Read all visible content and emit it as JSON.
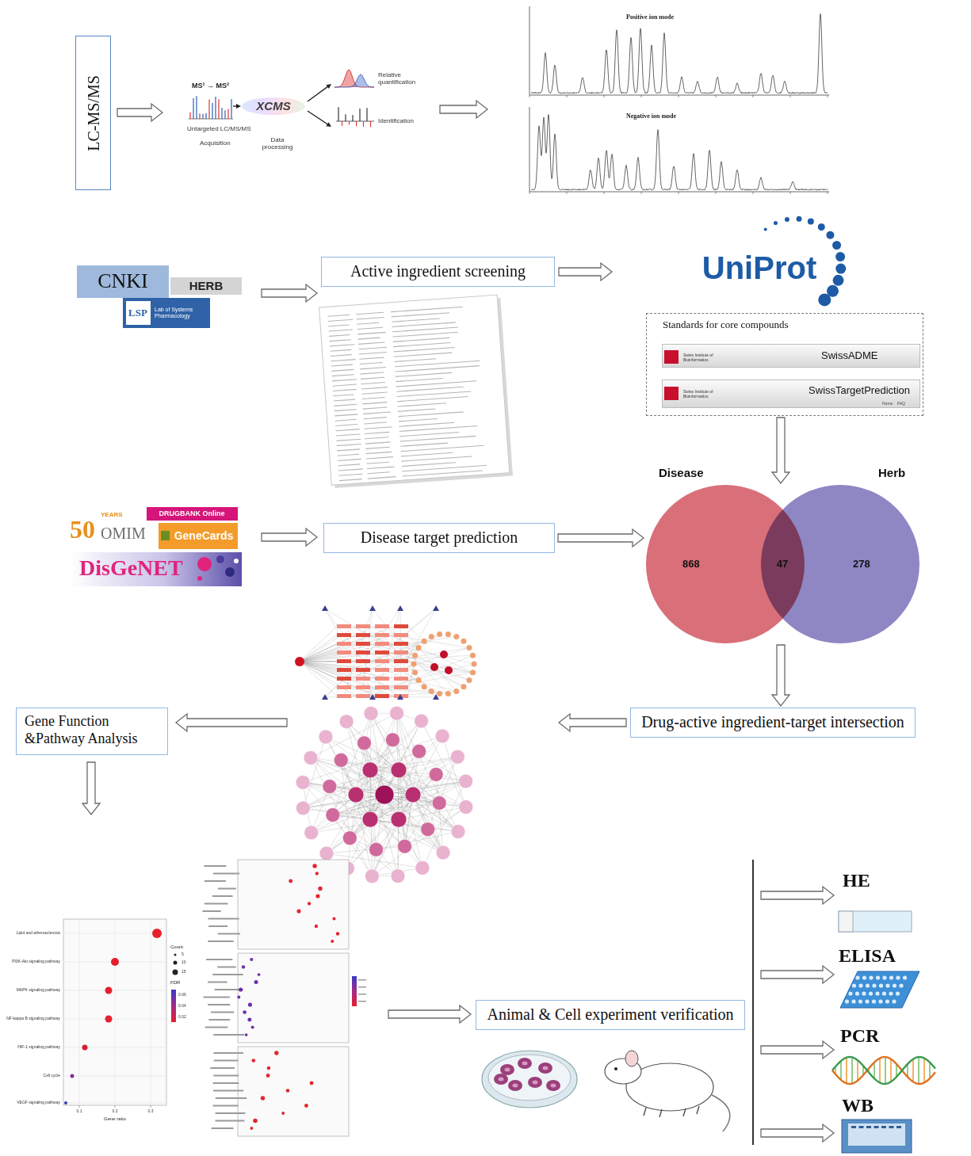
{
  "diagram": {
    "nodes": [
      {
        "text": [
          "LC-MS/MS"
        ]
      },
      {
        "text": [
          "Active ingredient screening"
        ]
      },
      {
        "text": [
          "Standards for core compounds"
        ]
      },
      {
        "text": [
          "SwissADME"
        ],
        "in": 2
      },
      {
        "text": [
          "SwissTargetPrediction"
        ],
        "in": 2
      },
      {
        "text": [
          "Disease target prediction"
        ]
      },
      {
        "text": [
          "Disease",
          "868"
        ]
      },
      {
        "text": [
          "Herb",
          "278"
        ]
      },
      {
        "text": [
          "Drug-active ingredient-target intersection"
        ]
      },
      {
        "text": [
          "Gene Function &Pathway Analysis"
        ]
      },
      {
        "text": [
          "Animal & Cell experiment verification"
        ]
      }
    ],
    "edges": [
      {
        "from": 2,
        "to": 7,
        "arrow": "to"
      },
      {
        "from": 5,
        "to": 6,
        "arrow": "to"
      },
      {
        "from": 7,
        "to": 8,
        "arrow": "to"
      }
    ],
    "labels": [
      "MS¹ → MS²",
      "Untargeted LC/MS/MS",
      "Acquisition",
      "XCMS",
      "Data processing",
      "Relative quantification",
      "Identification",
      "Positive ion mode",
      "Negative ion mode",
      "CNKI",
      "HERB",
      "LSP",
      "Lab of Systems Pharmacology",
      "UniProt",
      "Swiss Institute of Bioinformatics",
      "Swiss Institute of Bioinformatics",
      "Home",
      "FAQ",
      "50",
      "YEARS",
      "OMIM",
      "DRUGBANK Online",
      "GeneCards",
      "DisGeNET",
      "47",
      "Lipid and atherosclerosis",
      "PI3K-Akt signaling pathway",
      "MAPK signaling pathway",
      "NF-kappa B signaling pathway",
      "HIF-1 signaling pathway",
      "Cell cycle",
      "VEGF signaling pathway",
      "0.1",
      "0.2",
      "0.3",
      "Gene ratio",
      "Count",
      "5",
      "10",
      "15",
      "FDR",
      "0.06",
      "0.04",
      "0.02",
      "HE",
      "ELISA",
      "PCR",
      "WB"
    ]
  }
}
